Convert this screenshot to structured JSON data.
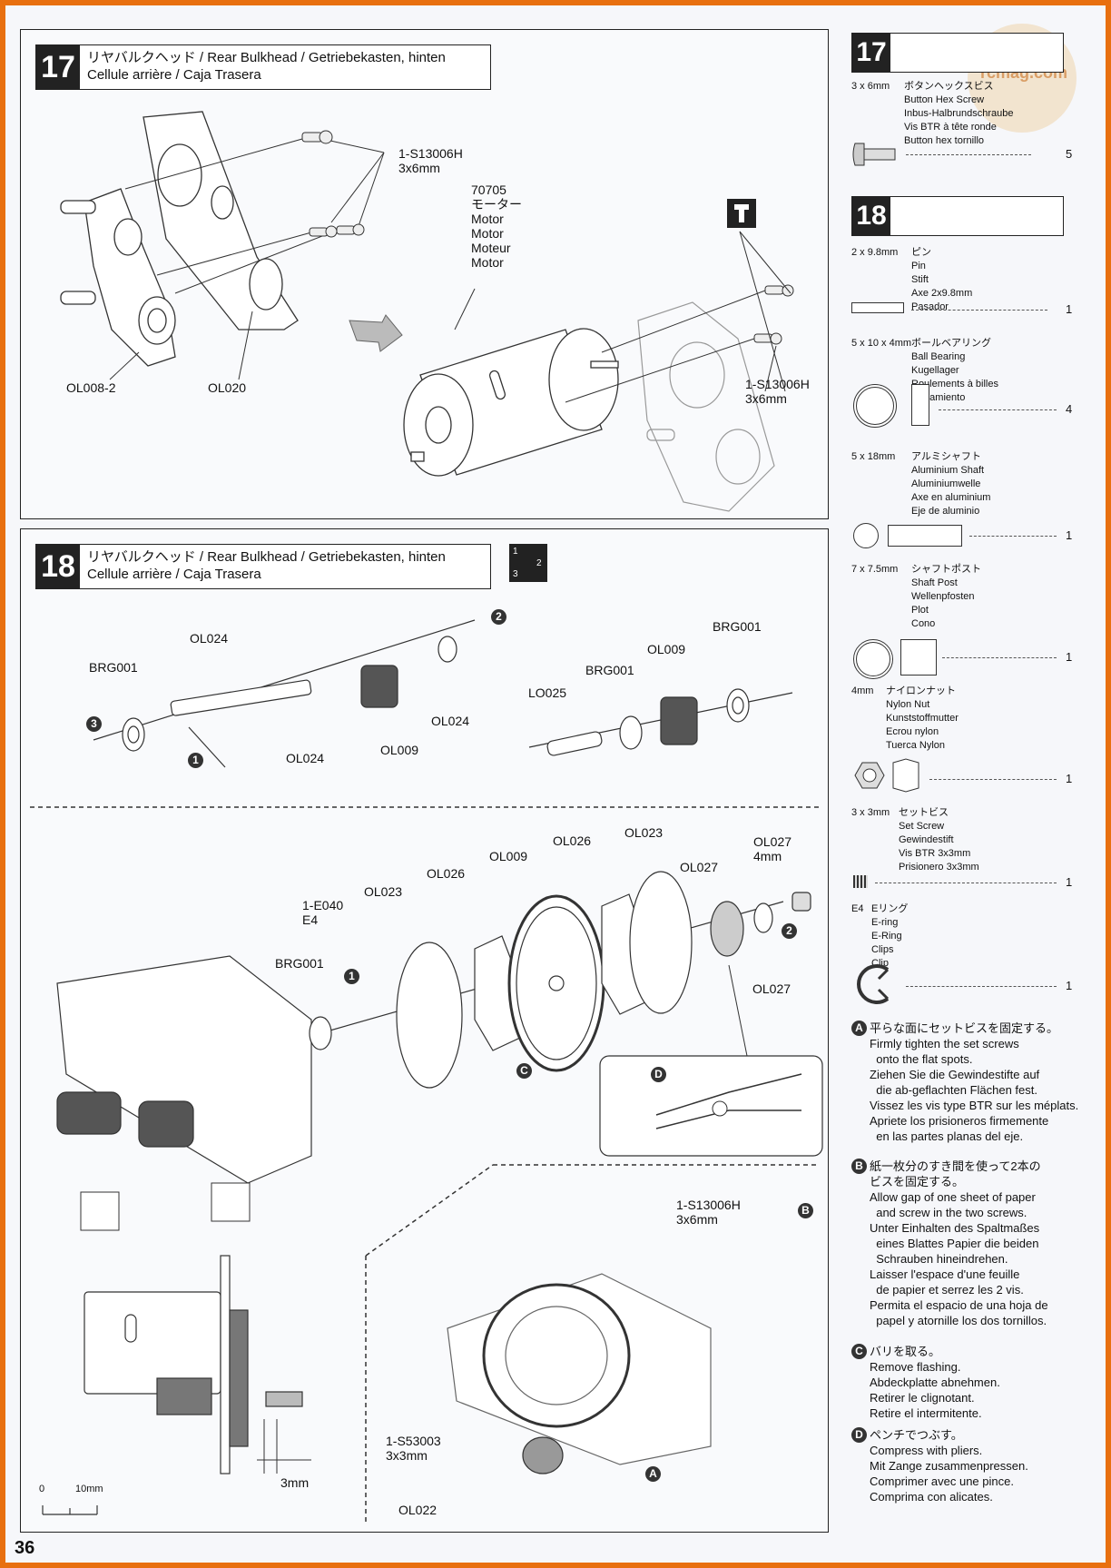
{
  "page_number": "36",
  "watermark": "rcmag.com",
  "step17": {
    "number": "17",
    "title_line1": "リヤバルクヘッド / Rear Bulkhead / Getriebekasten, hinten",
    "title_line2": "Cellule arrière / Caja Trasera",
    "labels": {
      "screw_a": "1-S13006H\n3x6mm",
      "motor": "70705\nモーター\nMotor\nMotor\nMoteur\nMotor",
      "ol008": "OL008-2",
      "ol020": "OL020",
      "screw_b": "1-S13006H\n3x6mm"
    }
  },
  "step18": {
    "number": "18",
    "title_line1": "リヤバルクヘッド / Rear Bulkhead / Getriebekasten, hinten",
    "title_line2": "Cellule arrière / Caja Trasera",
    "order_marks": [
      "1",
      "2",
      "3"
    ],
    "labels": {
      "ol024_top": "OL024",
      "brg001_a": "BRG001",
      "ol024_mid": "OL024",
      "ol009_a": "OL009",
      "ol024_pin": "OL024",
      "brg001_b": "BRG001",
      "lo025": "LO025",
      "ol009_b": "OL009",
      "brg001_c": "BRG001",
      "ol023_a": "OL023",
      "ol026_a": "OL026",
      "ol009_c": "OL009",
      "ol026_b": "OL026",
      "ol023_b": "OL023",
      "ol027_top": "OL027\n4mm",
      "ol027_mid": "OL027",
      "ol027_bot": "OL027",
      "e040": "1-E040\nE4",
      "brg001_d": "BRG001",
      "screw_c": "1-S13006H\n3x6mm",
      "set_screw": "1-S53003\n3x3mm",
      "ol022": "OL022",
      "dim_3mm": "3mm",
      "scale_0": "0",
      "scale_10": "10mm"
    },
    "markers": {
      "a": "A",
      "b": "B",
      "c": "C",
      "d": "D",
      "n1": "1",
      "n2": "2",
      "n3": "3"
    }
  },
  "sidebar": {
    "box17": {
      "number": "17",
      "parts": [
        {
          "size": "3 x 6mm",
          "names": "ボタンヘックスビス\nButton Hex Screw\nInbus-Halbrundschraube\nVis BTR à tête ronde\nButton hex tornillo",
          "qty": "5"
        }
      ]
    },
    "box18": {
      "number": "18",
      "parts": [
        {
          "size": "2 x 9.8mm",
          "names": "ピン\nPin\nStift\nAxe 2x9.8mm\nPasador",
          "qty": "1"
        },
        {
          "size": "5 x 10 x 4mm",
          "names": "ボールベアリング\nBall Bearing\nKugellager\nRoulements à billes\nRodamiento",
          "qty": "4"
        },
        {
          "size": "5 x 18mm",
          "names": "アルミシャフト\nAluminium Shaft\nAluminiumwelle\nAxe en aluminium\nEje de aluminio",
          "qty": "1"
        },
        {
          "size": "7 x 7.5mm",
          "names": "シャフトポスト\nShaft Post\nWellenpfosten\nPlot\nCono",
          "qty": "1"
        },
        {
          "size": "4mm",
          "names": "ナイロンナット\nNylon Nut\nKunststoffmutter\nEcrou nylon\nTuerca Nylon",
          "qty": "1"
        },
        {
          "size": "3 x 3mm",
          "names": "セットビス\nSet Screw\nGewindestift\nVis BTR 3x3mm\nPrisionero 3x3mm",
          "qty": "1"
        },
        {
          "size": "E4",
          "names": "Eリング\nE-ring\nE-Ring\nClips\nClip",
          "qty": "1"
        }
      ]
    },
    "notes": [
      {
        "marker": "A",
        "text": "平らな面にセットビスを固定する。\nFirmly tighten the set screws\n  onto the flat spots.\nZiehen Sie die Gewindestifte auf\n  die ab-geflachten Flächen fest.\nVissez les vis type BTR sur les méplats.\nApriete los prisioneros firmemente\n  en las partes planas del eje."
      },
      {
        "marker": "B",
        "text": "紙一枚分のすき間を使って2本の\nビスを固定する。\nAllow gap of one sheet of paper\n  and screw in the two screws.\nUnter Einhalten des Spaltmaßes\n  eines Blattes Papier die beiden\n  Schrauben hineindrehen.\nLaisser l'espace d'une feuille\n  de papier et serrez les 2 vis.\nPermita el espacio de una hoja de\n  papel y atornille los dos tornillos."
      },
      {
        "marker": "C",
        "text": "バリを取る。\nRemove flashing.\nAbdeckplatte abnehmen.\nRetirer le clignotant.\nRetire el intermitente."
      },
      {
        "marker": "D",
        "text": "ペンチでつぶす。\nCompress with pliers.\nMit Zange zusammenpressen.\nComprimer avec une pince.\nComprima con alicates."
      }
    ]
  }
}
